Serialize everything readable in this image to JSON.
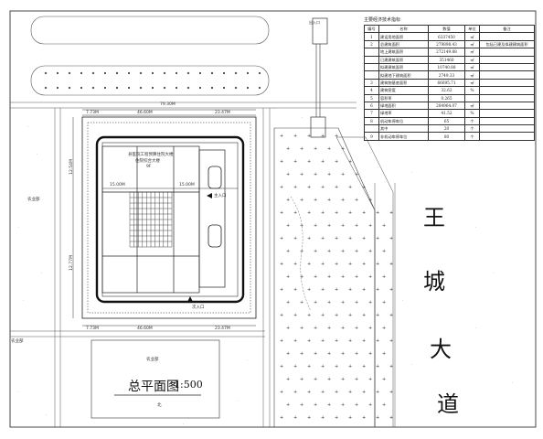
{
  "road": [
    "王",
    "城",
    "大",
    "道"
  ],
  "drawing_title": "总平面图",
  "scale": "1:500",
  "north_mark": "北",
  "entrances": [
    "主入口",
    "次入口",
    "出入口"
  ],
  "neighbors": [
    "农业部",
    "农业部",
    "农业部"
  ],
  "building": {
    "name": "县医院工程预算住院大楼",
    "subname": "住院综合大楼",
    "floors": "9F"
  },
  "dims": {
    "top_total": "79.30M",
    "top_mid": "46.60M",
    "top_left": "7.73M",
    "top_right": "23.47M",
    "inner_left": "15.00M",
    "inner_right": "15.00M",
    "side_v1": "12.54M",
    "side_v2": "12.77M",
    "bot_total": "46.60M",
    "bot_left": "7.73M",
    "bot_right": "23.47M"
  },
  "table": {
    "caption": "主要经济技术指标",
    "headers": [
      "编号",
      "名称",
      "数值",
      "单位",
      "备注"
    ],
    "rows": [
      {
        "no": "1",
        "name": "建设用地面积",
        "val": "6337450",
        "unit": "㎡",
        "note": ""
      },
      {
        "no": "2",
        "name": "总建筑面积",
        "val": "279898.43",
        "unit": "㎡",
        "note": "包括已建及拟建建筑面积"
      },
      {
        "no": "",
        "name": "地上建筑面积",
        "val": "272149.88",
        "unit": "㎡",
        "note": ""
      },
      {
        "no": "",
        "name": "已建建筑面积",
        "val": "351460",
        "unit": "㎡",
        "note": ""
      },
      {
        "no": "",
        "name": "拟建建筑面积",
        "val": "10740.88",
        "unit": "㎡",
        "note": ""
      },
      {
        "no": "",
        "name": "拟建地下建筑面积",
        "val": "2749.33",
        "unit": "㎡",
        "note": ""
      },
      {
        "no": "3",
        "name": "建筑物基底面积",
        "val": "66695.71",
        "unit": "㎡",
        "note": ""
      },
      {
        "no": "4",
        "name": "建筑密度",
        "val": "32.62",
        "unit": "%",
        "note": ""
      },
      {
        "no": "5",
        "name": "容积率",
        "val": "0.265",
        "unit": "",
        "note": ""
      },
      {
        "no": "6",
        "name": "绿地面积",
        "val": "284964.07",
        "unit": "㎡",
        "note": ""
      },
      {
        "no": "7",
        "name": "绿地率",
        "val": "41.52",
        "unit": "%",
        "note": ""
      },
      {
        "no": "8",
        "name": "机动车停车位",
        "val": "65",
        "unit": "个",
        "note": ""
      },
      {
        "no": "",
        "name": "其中",
        "val": "20",
        "unit": "个",
        "note": ""
      },
      {
        "no": "9",
        "name": "非机动车停车位",
        "val": "80",
        "unit": "个",
        "note": ""
      }
    ],
    "group_labels": [
      "其",
      "中",
      "其",
      "中",
      "其中"
    ]
  }
}
